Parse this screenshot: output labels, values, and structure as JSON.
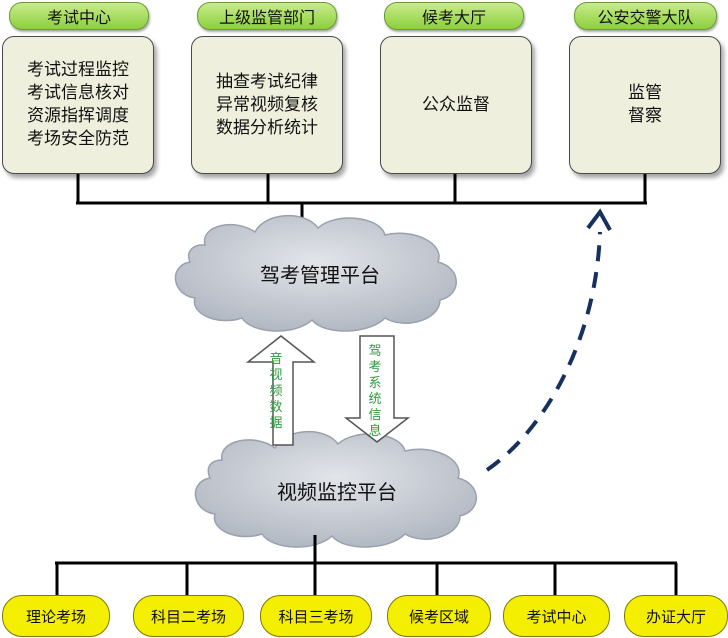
{
  "top_headers": [
    "考试中心",
    "上级监管部门",
    "候考大厅",
    "公安交警大队"
  ],
  "top_boxes": [
    [
      "考试过程监控",
      "考试信息核对",
      "资源指挥调度",
      "考场安全防范"
    ],
    [
      "抽查考试纪律",
      "异常视频复核",
      "数据分析统计"
    ],
    [
      "公众监督"
    ],
    [
      "监管",
      "督察"
    ]
  ],
  "platforms": {
    "upper": "驾考管理平台",
    "lower": "视频监控平台"
  },
  "arrows": {
    "up": "音视频数据",
    "down": "驾考系统信息"
  },
  "bottom_nodes": [
    "理论考场",
    "科目二考场",
    "科目三考场",
    "候考区域",
    "考试中心",
    "办证大厅"
  ],
  "colors": {
    "header_fill": "#a8dc62",
    "box_fill": "#eef0dd",
    "cloud_fill": "#c6cbd3",
    "bottom_fill": "#f4ee00",
    "arrow_text": "#2f9a3f",
    "dashed_arrow": "#17305e"
  }
}
